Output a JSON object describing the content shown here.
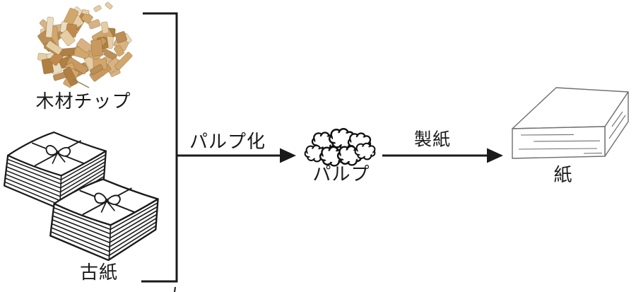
{
  "diagram": {
    "background": "#ffffff",
    "line_color": "#1a1a1a",
    "nodes": {
      "wood_chips": {
        "label": "木材チップ"
      },
      "waste_paper": {
        "label": "古紙"
      },
      "pulp": {
        "label": "パルプ"
      },
      "paper": {
        "label": "紙"
      }
    },
    "edges": {
      "pulping": {
        "label": "パルプ化"
      },
      "papermaking": {
        "label": "製紙"
      }
    },
    "wood_chip_colors": [
      "#d9b284",
      "#c89a5f",
      "#e6cda4",
      "#bb8f55",
      "#d2a76c",
      "#c08a4e",
      "#eadcbf",
      "#b07f42"
    ],
    "box_line_color": "#6f6f6f"
  }
}
